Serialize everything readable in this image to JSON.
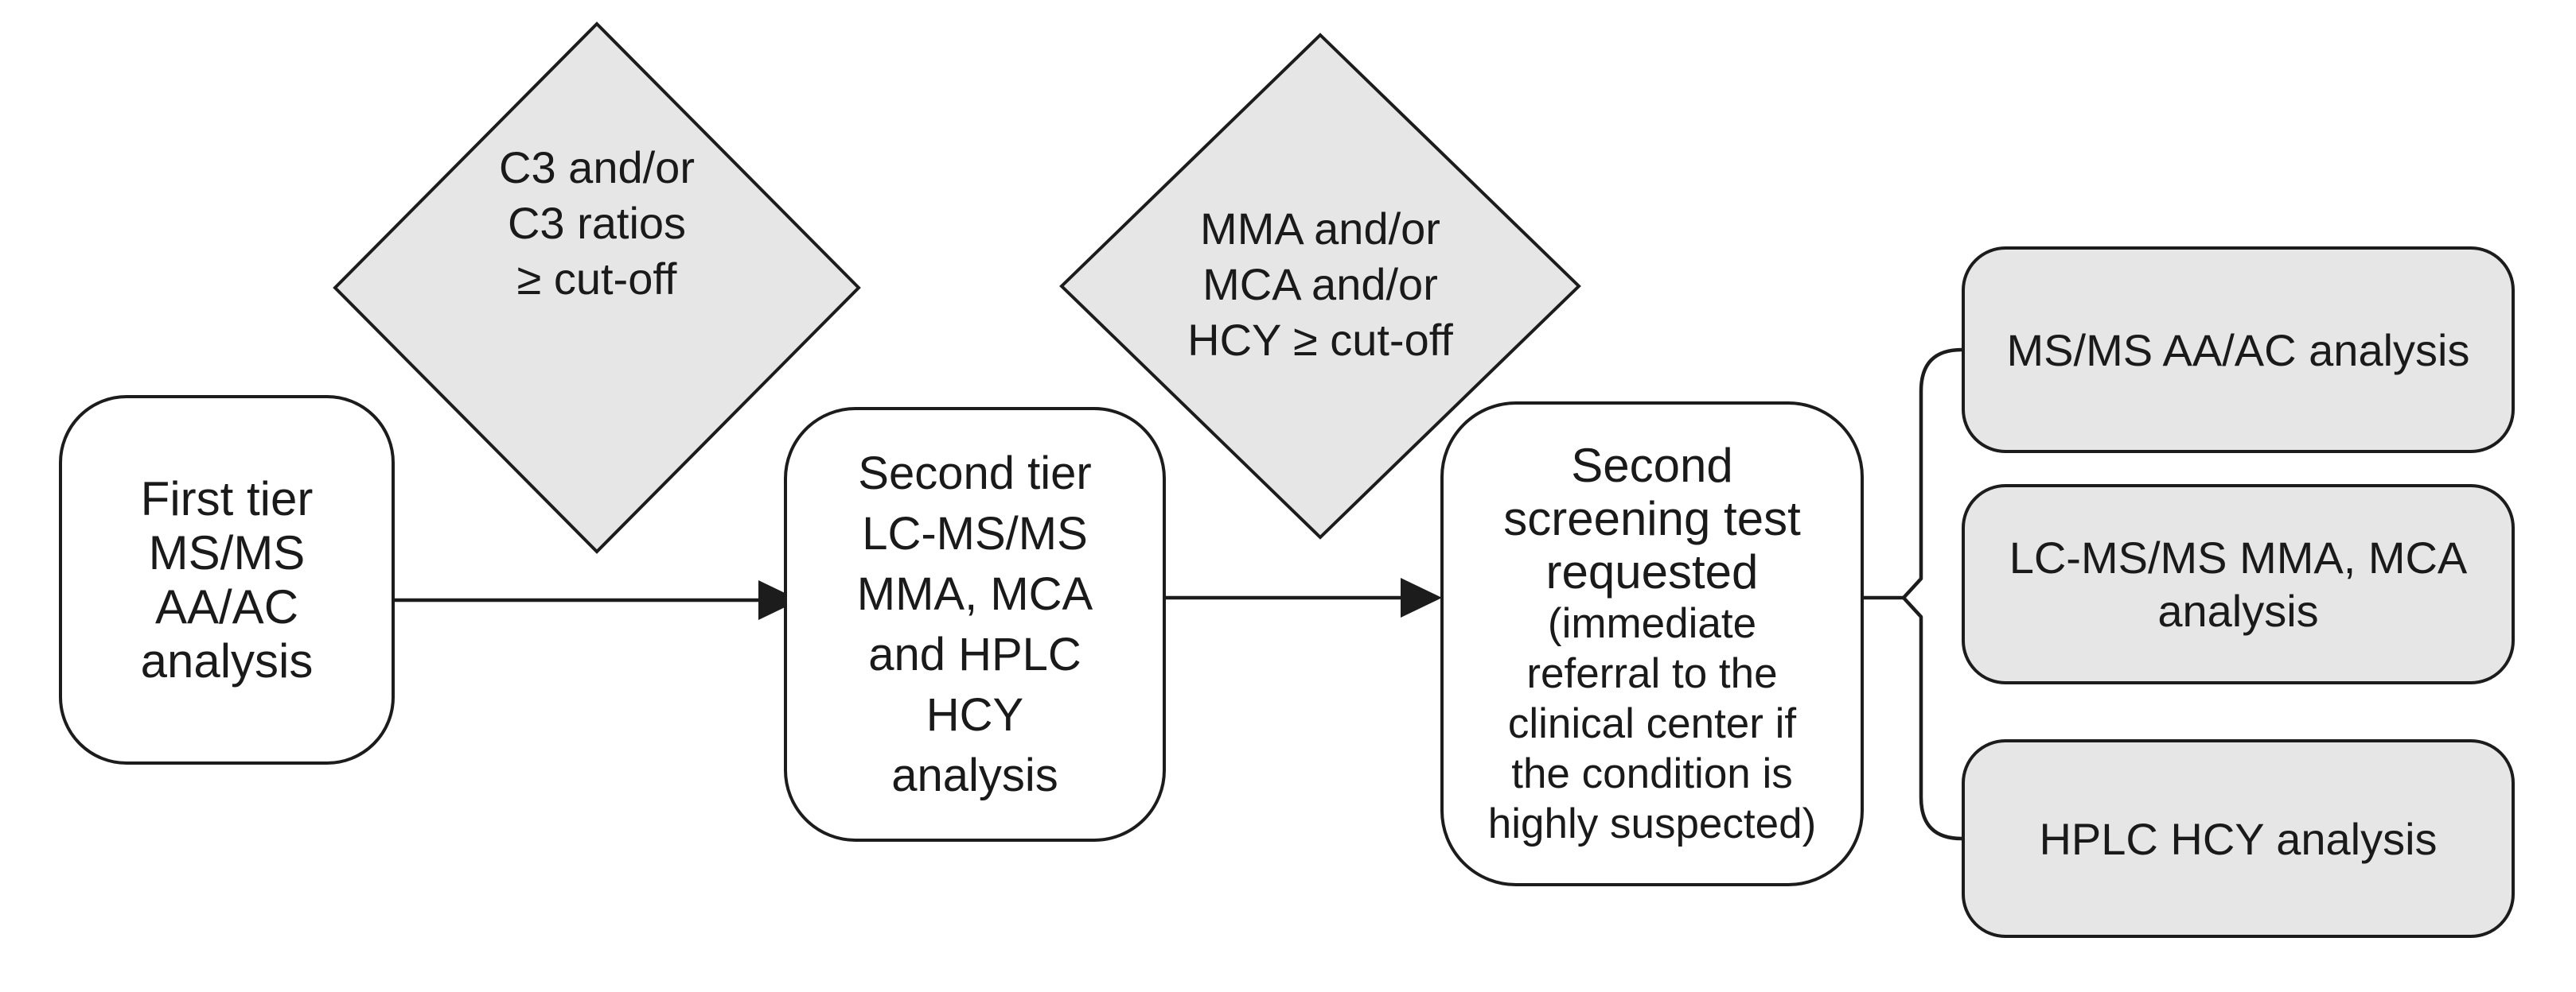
{
  "flowchart": {
    "nodes": {
      "first_tier": {
        "label": "First tier\nMS/MS\nAA/AC\nanalysis"
      },
      "c3_decision": {
        "label": "C3 and/or\nC3 ratios\n≥ cut-off"
      },
      "second_tier": {
        "label": "Second tier\nLC-MS/MS\nMMA, MCA\nand HPLC\nHCY\nanalysis"
      },
      "mma_decision": {
        "label": "MMA and/or\nMCA and/or\nHCY ≥ cut-off"
      },
      "second_screening": {
        "label": "Second\nscreening test\nrequested",
        "note": "(immediate\nreferral to the\nclinical center if\nthe condition is\nhighly suspected)"
      },
      "msms_aaac": {
        "label": "MS/MS AA/AC analysis"
      },
      "lcmsms_mma_mca": {
        "label": "LC-MS/MS MMA, MCA\nanalysis"
      },
      "hplc_hcy": {
        "label": "HPLC HCY analysis"
      }
    },
    "colors": {
      "decision_fill": "#e6e6e6",
      "result_fill": "#e6e6e6",
      "process_fill": "#ffffff",
      "stroke": "#1c1c1c",
      "text": "#1a1a1a",
      "background": "#ffffff"
    }
  }
}
